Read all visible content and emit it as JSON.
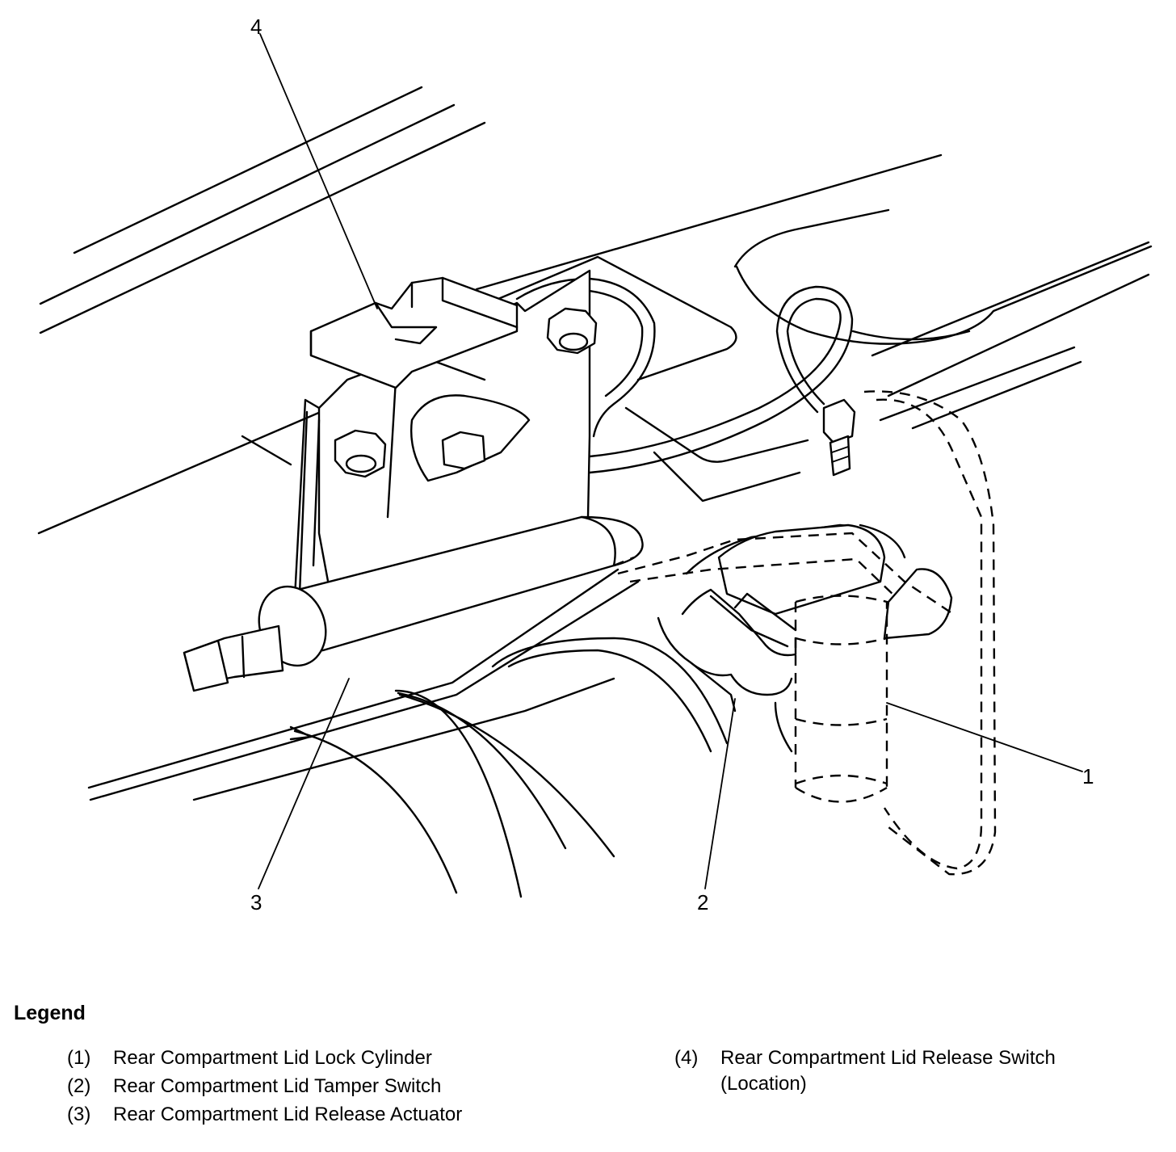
{
  "callouts": [
    {
      "label": "4"
    },
    {
      "label": "1"
    },
    {
      "label": "3"
    },
    {
      "label": "2"
    }
  ],
  "legend": {
    "title": "Legend",
    "items": [
      {
        "num": "(1)",
        "text": "Rear Compartment Lid Lock Cylinder"
      },
      {
        "num": "(2)",
        "text": "Rear Compartment Lid Tamper Switch"
      },
      {
        "num": "(3)",
        "text": "Rear Compartment Lid Release Actuator"
      },
      {
        "num": "(4)",
        "text": "Rear Compartment Lid Release Switch",
        "text2": "(Location)"
      }
    ]
  }
}
